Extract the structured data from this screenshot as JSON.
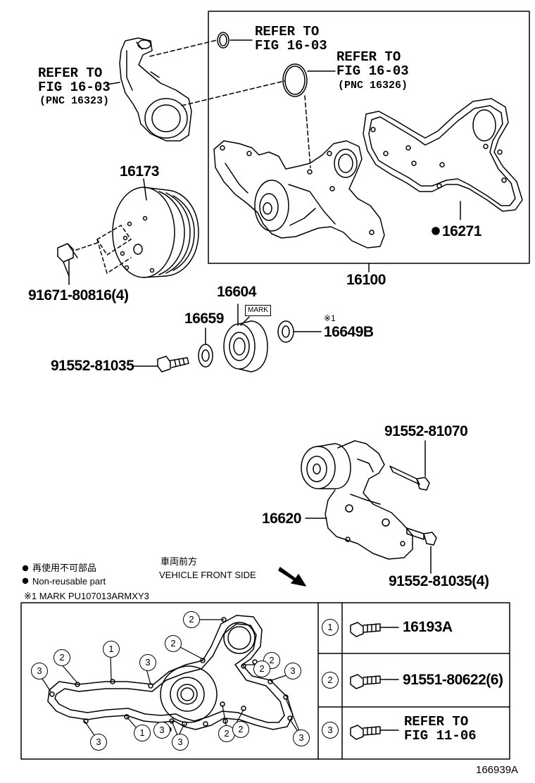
{
  "labels": {
    "refer1_a": "REFER TO",
    "refer1_b": "FIG 16-03",
    "refer2_a": "REFER TO",
    "refer2_b": "FIG 16-03",
    "refer2_c": "(PNC 16326)",
    "refer3_a": "REFER TO",
    "refer3_b": "FIG 16-03",
    "refer3_c": "(PNC 16323)",
    "p16173": "16173",
    "p16271": "16271",
    "p16100": "16100",
    "p91671": "91671-80816(4)",
    "p16604": "16604",
    "mark": "MARK",
    "p16659": "16659",
    "star1": "※1",
    "p16649b": "16649B",
    "p91552_81035": "91552-81035",
    "p91552_81070": "91552-81070",
    "p16620": "16620",
    "p91552_81035_4": "91552-81035(4)",
    "p16193a": "16193A",
    "p91551": "91551-80622(6)",
    "refer4_a": "REFER TO",
    "refer4_b": "FIG 11-06",
    "figure_no": "166939A"
  },
  "legend": {
    "jp_nonreusable": "再使用不可部品",
    "en_nonreusable": "Non-reusable part",
    "jp_front": "車両前方",
    "en_front": "VEHICLE FRONT SIDE",
    "mark_note": "※1 MARK PU107013ARMXY3"
  },
  "key": [
    "1",
    "2",
    "3"
  ],
  "callouts": [
    "2",
    "2",
    "1",
    "2",
    "3",
    "3",
    "2",
    "2",
    "3",
    "3",
    "3",
    "1",
    "3",
    "2",
    "3",
    "2"
  ]
}
